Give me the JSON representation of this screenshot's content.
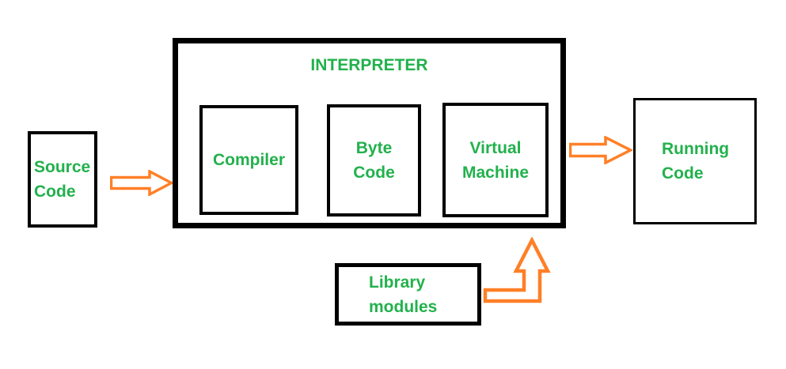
{
  "diagram": {
    "title": "INTERPRETER",
    "nodes": {
      "source_code": {
        "lines": [
          "Source",
          "Code"
        ]
      },
      "compiler": {
        "label": "Compiler"
      },
      "byte_code": {
        "lines": [
          "Byte",
          "Code"
        ]
      },
      "virtual_machine": {
        "lines": [
          "Virtual",
          "Machine"
        ]
      },
      "running_code": {
        "lines": [
          "Running",
          "Code"
        ]
      },
      "library_modules": {
        "lines": [
          "Library",
          "modules"
        ]
      }
    },
    "colors": {
      "text_green": "#22B14C",
      "arrow_orange": "#FF7F27",
      "border_black": "#000000",
      "background": "#FFFFFF"
    }
  }
}
